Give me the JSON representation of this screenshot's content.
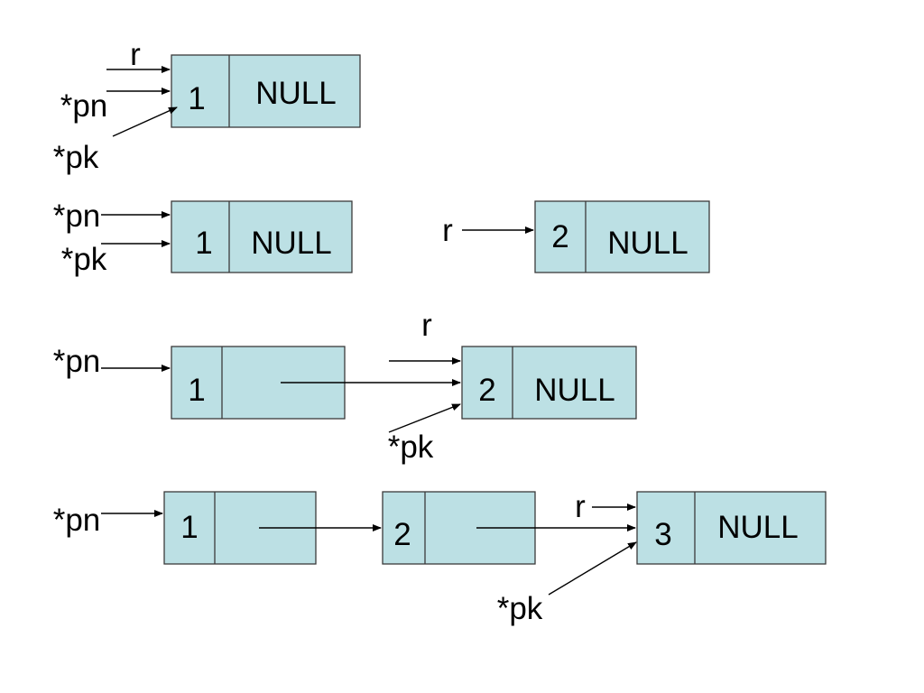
{
  "rows": [
    {
      "nodes": [
        {
          "value": "1",
          "next": "NULL"
        }
      ],
      "pointers": [
        "r",
        "*pn",
        "*pk"
      ]
    },
    {
      "nodes": [
        {
          "value": "1",
          "next": "NULL"
        },
        {
          "value": "2",
          "next": "NULL"
        }
      ],
      "pointers": [
        "*pn",
        "*pk",
        "r"
      ]
    },
    {
      "nodes": [
        {
          "value": "1",
          "next": ""
        },
        {
          "value": "2",
          "next": "NULL"
        }
      ],
      "pointers": [
        "*pn",
        "r",
        "*pk"
      ]
    },
    {
      "nodes": [
        {
          "value": "1",
          "next": ""
        },
        {
          "value": "2",
          "next": ""
        },
        {
          "value": "3",
          "next": "NULL"
        }
      ],
      "pointers": [
        "*pn",
        "r",
        "*pk"
      ]
    }
  ]
}
